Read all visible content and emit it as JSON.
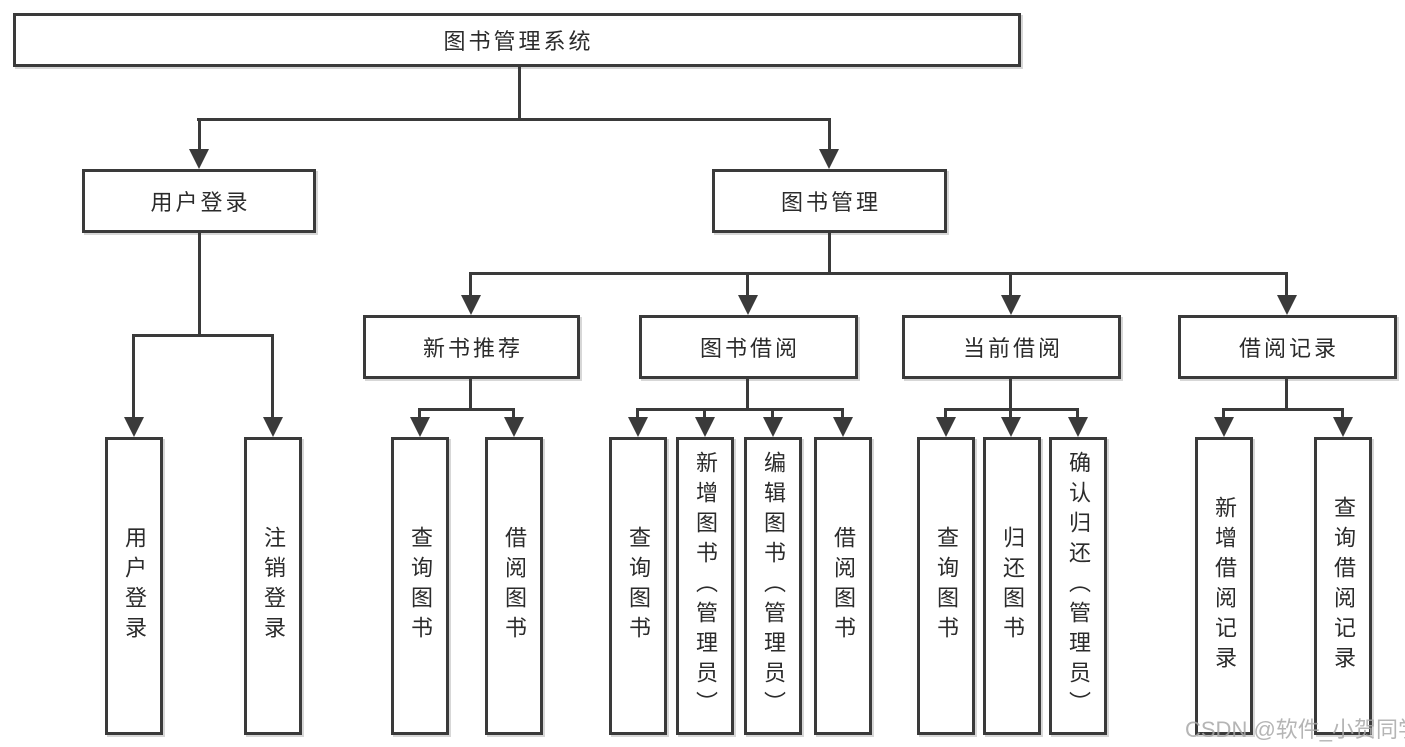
{
  "diagram": {
    "root": {
      "label": "图书管理系统"
    },
    "branches": [
      {
        "label": "用户登录",
        "children": [
          "用户登录",
          "注销登录"
        ]
      },
      {
        "label": "图书管理",
        "sections": [
          {
            "label": "新书推荐",
            "children": [
              "查询图书",
              "借阅图书"
            ]
          },
          {
            "label": "图书借阅",
            "children": [
              "查询图书",
              "新增图书（管理员）",
              "编辑图书（管理员）",
              "借阅图书"
            ]
          },
          {
            "label": "当前借阅",
            "children": [
              "查询图书",
              "归还图书",
              "确认归还（管理员）"
            ]
          },
          {
            "label": "借阅记录",
            "children": [
              "新增借阅记录",
              "查询借阅记录"
            ]
          }
        ]
      }
    ]
  },
  "watermark": {
    "text": "CSDN @软件_小贺同学"
  },
  "colors": {
    "line": "#3a3a3a",
    "text": "#2b2b2b",
    "background": "#ffffff",
    "watermark": "#a8a8a8"
  }
}
